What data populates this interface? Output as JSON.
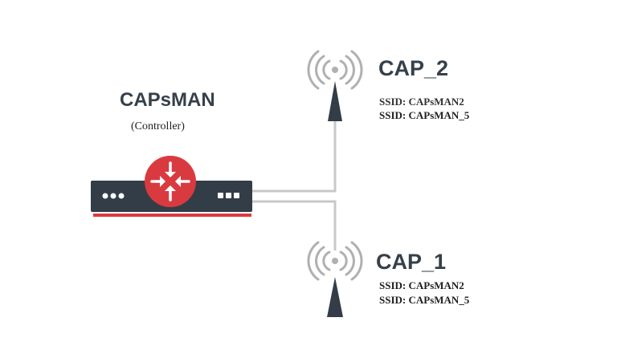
{
  "controller": {
    "title": "CAPsMAN",
    "subtitle": "(Controller)"
  },
  "cap2": {
    "title": "CAP_2",
    "ssids": [
      "SSID: CAPsMAN2",
      "SSID: CAPsMAN_5"
    ]
  },
  "cap1": {
    "title": "CAP_1",
    "ssids": [
      "SSID: CAPsMAN2",
      "SSID: CAPsMAN_5"
    ]
  },
  "colors": {
    "device": "#333d47",
    "accent": "#d93a40",
    "wire": "#c8c8c8",
    "wave": "#b0b0b0"
  },
  "icons": {
    "router": "router-icon",
    "antenna": "antenna-icon"
  }
}
